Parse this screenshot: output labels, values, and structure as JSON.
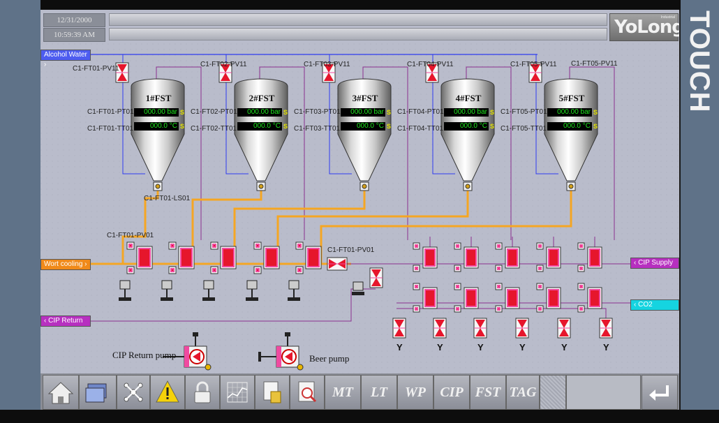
{
  "header": {
    "date": "12/31/2000",
    "time": "10:59:39 AM",
    "logo_main": "YoLong",
    "logo_small": "Industrial"
  },
  "brand": "TOUCH",
  "pipes": {
    "alcohol_water": "Alcohol Water",
    "wort_cooling": "Wort cooling",
    "cip_return": "CIP Return",
    "cip_supply": "CIP Supply",
    "co2": "CO2"
  },
  "tanks": [
    {
      "title": "1#FST",
      "pressure": "000.00 bar",
      "temp": "000.0 °C",
      "pv": "C1-FT01-PV11",
      "pt": "C1-FT01-PT01",
      "tt": "C1-FT01-TT01"
    },
    {
      "title": "2#FST",
      "pressure": "000.00 bar",
      "temp": "000.0 °C",
      "pv": "C1-FT02-PV11",
      "pt": "C1-FT02-PT01",
      "tt": "C1-FT02-TT01"
    },
    {
      "title": "3#FST",
      "pressure": "000.00 bar",
      "temp": "000.0 °C",
      "pv": "C1-FT03-PV11",
      "pt": "C1-FT03-PT01",
      "tt": "C1-FT03-TT01"
    },
    {
      "title": "4#FST",
      "pressure": "000.00 bar",
      "temp": "000.0 °C",
      "pv": "C1-FT04-PV11",
      "pt": "C1-FT04-PT01",
      "tt": "C1-FT04-TT01"
    },
    {
      "title": "5#FST",
      "pressure": "000.00 bar",
      "temp": "000.0 °C",
      "pv": "C1-FT05-PV11",
      "pt": "C1-FT05-PT01",
      "tt": "C1-FT05-TT01"
    }
  ],
  "s_marker": "S",
  "extra_labels": {
    "ls01": "C1-FT01-LS01",
    "pv01_a": "C1-FT01-PV01",
    "pv01_b": "C1-FT01-PV01"
  },
  "pumps": {
    "cip_return": "CIP Return pump",
    "beer": "Beer pump"
  },
  "outlet_mark": "Y",
  "nav": {
    "items": [
      "MT",
      "LT",
      "WP",
      "CIP",
      "FST",
      "TAG"
    ],
    "icons": [
      "home-icon",
      "screens-icon",
      "network-icon",
      "warning-icon",
      "lock-icon",
      "trend-chart-icon",
      "report-icon",
      "search-report-icon",
      "back-icon"
    ]
  },
  "colors": {
    "wort_line": "#f5a623",
    "alcohol_line": "#2f3cf0",
    "cip_line": "#8b2f8f",
    "valve_red": "#e6162c",
    "valve_pink": "#f04aa0",
    "display_green": "#1ee81e"
  }
}
